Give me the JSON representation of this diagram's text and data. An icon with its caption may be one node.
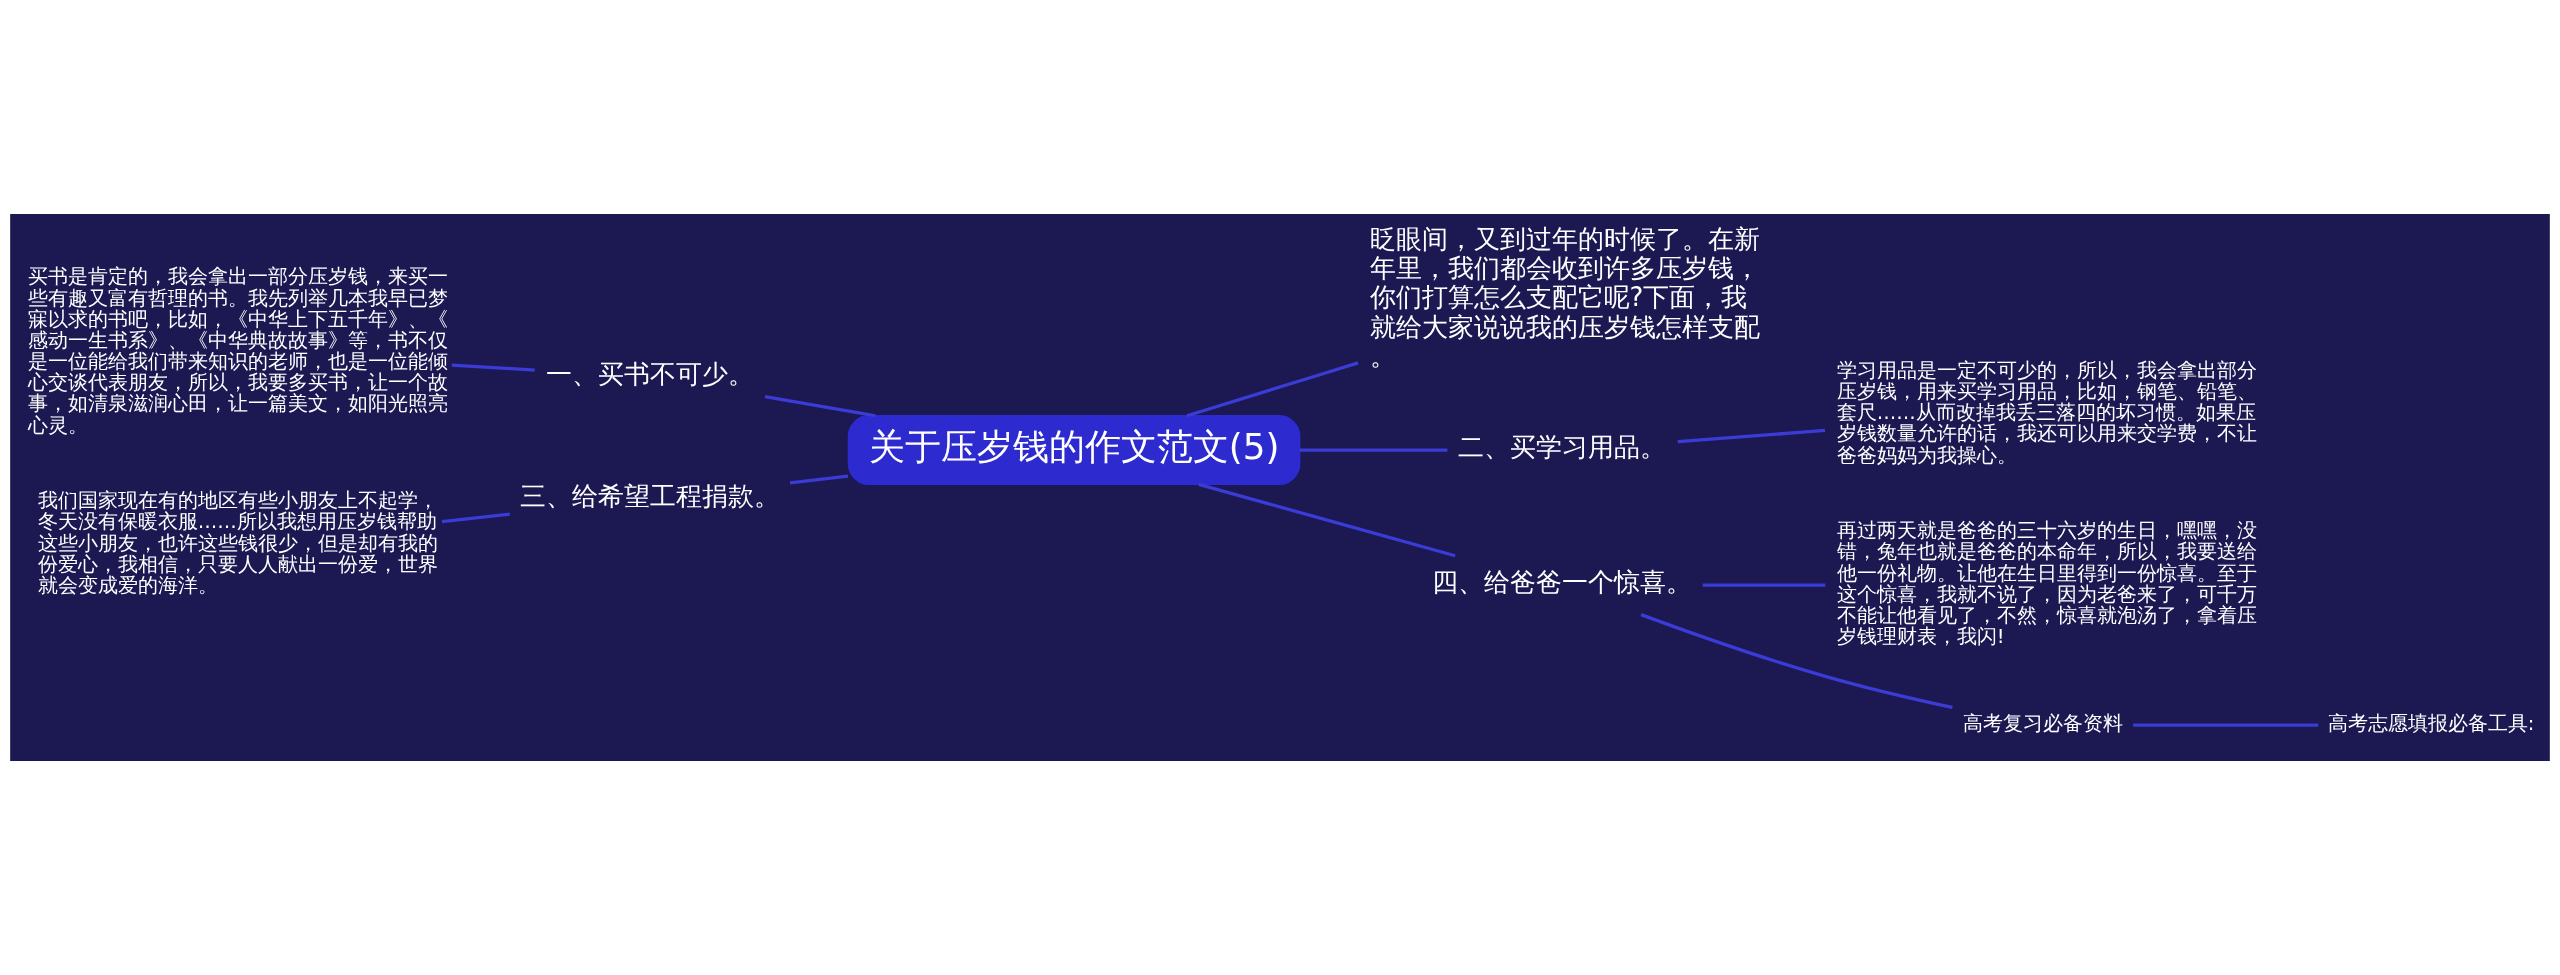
{
  "diagram": {
    "nodes": [
      {
        "text": [
          "关于压岁钱的作文范文(5)"
        ]
      },
      {
        "text": [
          "一、买书不可少。"
        ]
      },
      {
        "text": [
          "买书是肯定的，我会拿出一部分压岁钱，来买一些有趣又富有哲理的书。我先列举几本我早已梦寐以求的书吧，比如，《中华上下五千年》、《感动一生书系》、《中华典故故事》等，书不仅是一位能给我们带来知识的老师，也是一位能倾心交谈代表朋友，所以，我要多买书，让一个故事，如清泉滋润心田，让一篇美文，如阳光照亮心灵。"
        ]
      },
      {
        "text": [
          "三、给希望工程捐款。"
        ]
      },
      {
        "text": [
          "我们国家现在有的地区有些小朋友上不起学，冬天没有保暖衣服……所以我想用压岁钱帮助这些小朋友，也许这些钱很少，但是却有我的份爱心，我相信，只要人人献出一份爱，世界就会变成爱的海洋。"
        ]
      },
      {
        "text": [
          "眨眼间，又到过年的时候了。在新年里，我们都会收到许多压岁钱，你们打算怎么支配它呢?下面，我就给大家说说我的压岁钱怎样支配。"
        ]
      },
      {
        "text": [
          "二、买学习用品。"
        ]
      },
      {
        "text": [
          "学习用品是一定不可少的，所以，我会拿出部分压岁钱，用来买学习用品，比如，钢笔、铅笔、套尺……从而改掉我丢三落四的坏习惯。如果压岁钱数量允许的话，我还可以用来交学费，不让爸爸妈妈为我操心。"
        ]
      },
      {
        "text": [
          "四、给爸爸一个惊喜。"
        ]
      },
      {
        "text": [
          "再过两天就是爸爸的三十六岁的生日，嘿嘿，没错，兔年也就是爸爸的本命年，所以，我要送给他一份礼物。让他在生日里得到一份惊喜。至于这个惊喜，我就不说了，因为老爸来了，可千万不能让他看见了，不然，惊喜就泡汤了，拿着压岁钱理财表，我闪!"
        ]
      },
      {
        "text": [
          "高考复习必备资料"
        ]
      },
      {
        "text": [
          "高考志愿填报必备工具:"
        ]
      }
    ],
    "edges": [
      {
        "from": 0,
        "to": 1,
        "arrow": "none"
      },
      {
        "from": 1,
        "to": 2,
        "arrow": "none"
      },
      {
        "from": 0,
        "to": 3,
        "arrow": "none"
      },
      {
        "from": 3,
        "to": 4,
        "arrow": "none"
      },
      {
        "from": 0,
        "to": 5,
        "arrow": "none"
      },
      {
        "from": 0,
        "to": 6,
        "arrow": "none"
      },
      {
        "from": 6,
        "to": 7,
        "arrow": "none"
      },
      {
        "from": 0,
        "to": 8,
        "arrow": "none"
      },
      {
        "from": 8,
        "to": 9,
        "arrow": "none"
      },
      {
        "from": 8,
        "to": 10,
        "arrow": "none"
      },
      {
        "from": 10,
        "to": 11,
        "arrow": "none"
      }
    ]
  }
}
